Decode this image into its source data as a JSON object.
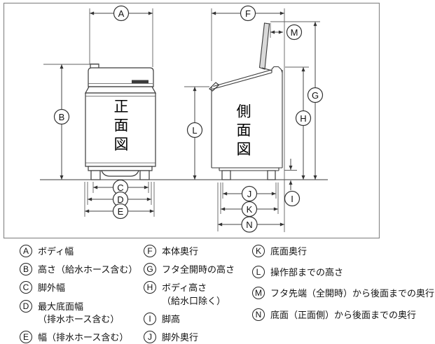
{
  "figure": {
    "front_view_title": "正面図",
    "side_view_title": "側面図",
    "markers": {
      "A": "A",
      "B": "B",
      "C": "C",
      "D": "D",
      "E": "E",
      "F": "F",
      "G": "G",
      "H": "H",
      "I": "I",
      "J": "J",
      "K": "K",
      "L": "L",
      "M": "M",
      "N": "N"
    }
  },
  "colors": {
    "line": "#3a3a3a",
    "frame": "#8a8a8a",
    "background": "#ffffff"
  },
  "legend": {
    "items": [
      {
        "key": "A",
        "label": "ボディ幅"
      },
      {
        "key": "B",
        "label": "高さ（給水ホース含む）"
      },
      {
        "key": "C",
        "label": "脚外幅"
      },
      {
        "key": "D",
        "label": "最大底面幅",
        "label2": "（排水ホース含む）"
      },
      {
        "key": "E",
        "label": "幅（排水ホース含む）"
      },
      {
        "key": "F",
        "label": "本体奥行"
      },
      {
        "key": "G",
        "label": "フタ全開時の高さ"
      },
      {
        "key": "H",
        "label": "ボディ高さ",
        "label2": "（給水口除く）"
      },
      {
        "key": "I",
        "label": "脚高"
      },
      {
        "key": "J",
        "label": "脚外奥行"
      },
      {
        "key": "K",
        "label": "底面奥行"
      },
      {
        "key": "L",
        "label": "操作部までの高さ"
      },
      {
        "key": "M",
        "label": "フタ先端（全開時）から後面までの奥行"
      },
      {
        "key": "N",
        "label": "底面（正面側）から後面までの奥行"
      }
    ]
  }
}
